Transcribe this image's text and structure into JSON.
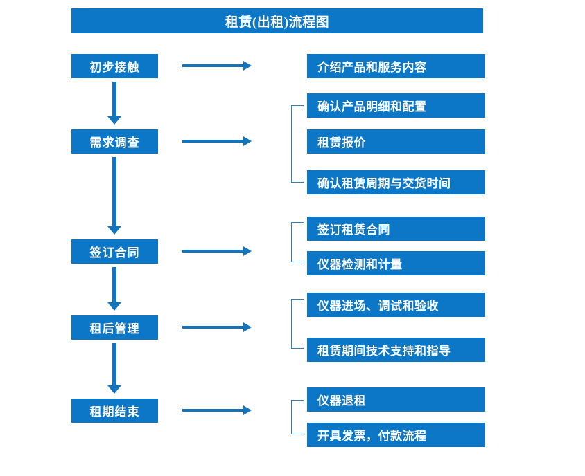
{
  "title": "租赁(出租)流程图",
  "theme": {
    "brand_blue": "#0b77c6",
    "arrow_blue": "#1275bd",
    "bracket_blue": "#2f7fc4",
    "text_color": "#ffffff",
    "background": "#ffffff"
  },
  "stages": [
    {
      "label": "初步接触"
    },
    {
      "label": "需求调查"
    },
    {
      "label": "签订合同"
    },
    {
      "label": "租后管理"
    },
    {
      "label": "租期结束"
    }
  ],
  "details": [
    {
      "label": "介绍产品和服务内容"
    },
    {
      "label": "确认产品明细和配置"
    },
    {
      "label": "租赁报价"
    },
    {
      "label": "确认租赁周期与交货时间"
    },
    {
      "label": "签订租赁合同"
    },
    {
      "label": "仪器检测和计量"
    },
    {
      "label": "仪器进场、调试和验收"
    },
    {
      "label": "租赁期间技术支持和指导"
    },
    {
      "label": "仪器退租"
    },
    {
      "label": "开具发票，付款流程"
    }
  ],
  "connectors": {
    "horizontal_arrow_icon": "arrow-right-icon",
    "vertical_arrow_icon": "arrow-down-icon",
    "bracket_icon": "group-bracket-icon"
  },
  "chart_data": {
    "type": "diagram",
    "title": "租赁(出租)流程图",
    "diagram_kind": "flowchart",
    "orientation": "vertical-stages-with-horizontal-details",
    "nodes": [
      {
        "id": "s1",
        "column": "stage",
        "label": "初步接触",
        "order": 1
      },
      {
        "id": "s2",
        "column": "stage",
        "label": "需求调查",
        "order": 2
      },
      {
        "id": "s3",
        "column": "stage",
        "label": "签订合同",
        "order": 3
      },
      {
        "id": "s4",
        "column": "stage",
        "label": "租后管理",
        "order": 4
      },
      {
        "id": "s5",
        "column": "stage",
        "label": "租期结束",
        "order": 5
      },
      {
        "id": "d1",
        "column": "detail",
        "label": "介绍产品和服务内容",
        "parent": "s1"
      },
      {
        "id": "d2",
        "column": "detail",
        "label": "确认产品明细和配置",
        "parent": "s2"
      },
      {
        "id": "d3",
        "column": "detail",
        "label": "租赁报价",
        "parent": "s2"
      },
      {
        "id": "d4",
        "column": "detail",
        "label": "确认租赁周期与交货时间",
        "parent": "s2"
      },
      {
        "id": "d5",
        "column": "detail",
        "label": "签订租赁合同",
        "parent": "s3"
      },
      {
        "id": "d6",
        "column": "detail",
        "label": "仪器检测和计量",
        "parent": "s3"
      },
      {
        "id": "d7",
        "column": "detail",
        "label": "仪器进场、调试和验收",
        "parent": "s4"
      },
      {
        "id": "d8",
        "column": "detail",
        "label": "租赁期间技术支持和指导",
        "parent": "s4"
      },
      {
        "id": "d9",
        "column": "detail",
        "label": "仪器退租",
        "parent": "s5"
      },
      {
        "id": "d10",
        "column": "detail",
        "label": "开具发票，付款流程",
        "parent": "s5"
      }
    ],
    "edges": [
      {
        "from": "s1",
        "to": "s2",
        "kind": "arrow-down"
      },
      {
        "from": "s2",
        "to": "s3",
        "kind": "arrow-down"
      },
      {
        "from": "s3",
        "to": "s4",
        "kind": "arrow-down"
      },
      {
        "from": "s4",
        "to": "s5",
        "kind": "arrow-down"
      },
      {
        "from": "s1",
        "to": "d1",
        "kind": "arrow-right"
      },
      {
        "from": "s2",
        "to": "d2",
        "kind": "arrow-right-bracket"
      },
      {
        "from": "s3",
        "to": "d5",
        "kind": "arrow-right-bracket"
      },
      {
        "from": "s4",
        "to": "d7",
        "kind": "arrow-right-bracket"
      },
      {
        "from": "s5",
        "to": "d9",
        "kind": "arrow-right-bracket"
      }
    ]
  }
}
